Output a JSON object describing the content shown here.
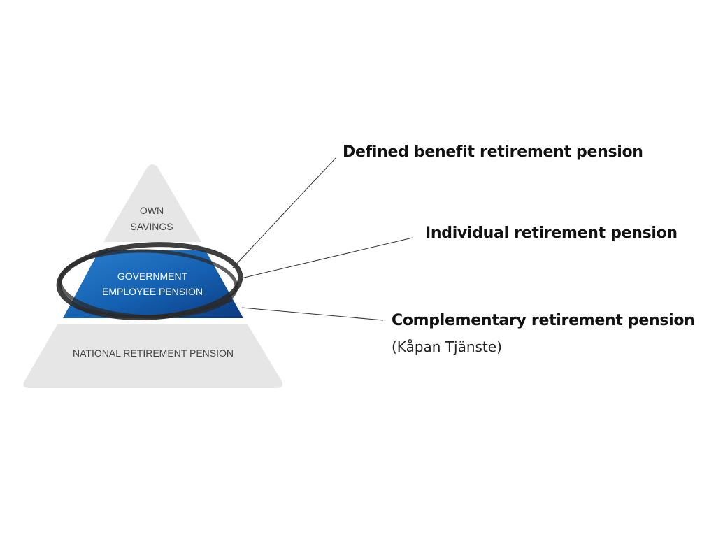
{
  "pyramid": {
    "top_tier": {
      "line1": "OWN",
      "line2": "SAVINGS"
    },
    "middle_tier": {
      "line1": "GOVERNMENT",
      "line2": "EMPLOYEE PENSION"
    },
    "bottom_tier": {
      "line1": "NATIONAL RETIREMENT PENSION"
    }
  },
  "callouts": [
    {
      "title": "Defined benefit retirement pension"
    },
    {
      "title": "Individual retirement pension"
    },
    {
      "title": "Complementary retirement pension",
      "subtitle": "(Kåpan Tjänste)"
    }
  ],
  "colors": {
    "tier_gray": "#e6e6e6",
    "tier_blue_light": "#1f6fc0",
    "tier_blue_dark": "#0d3f86",
    "ring": "#2a2a2a",
    "leader_line": "#333333"
  }
}
